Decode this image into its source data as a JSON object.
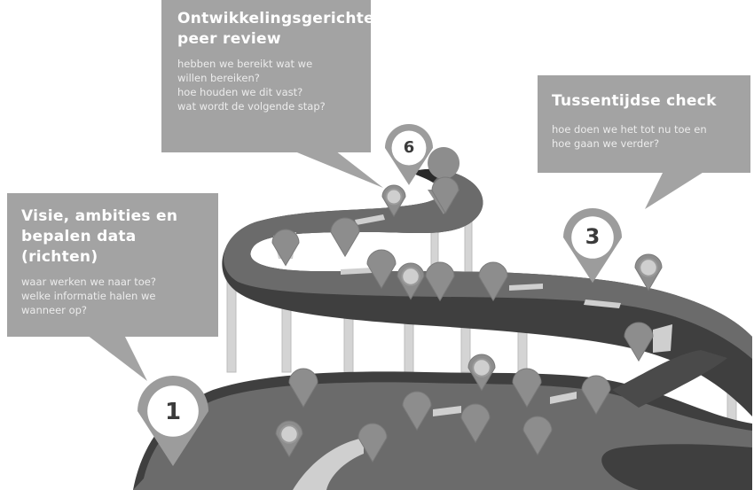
{
  "steps": [
    {
      "number": "1",
      "title": "Visie, ambities en bepalen data (richten)",
      "title_lines": [
        "Visie, ambities en",
        "bepalen data (richten)"
      ],
      "lines": [
        "waar werken we naar toe?",
        "welke informatie halen we",
        "wanneer op?"
      ]
    },
    {
      "number": "3",
      "title": "Tussentijdse check",
      "title_lines": [
        "Tussentijdse check"
      ],
      "lines": [
        "hoe doen we het tot nu toe en",
        "hoe gaan we verder?"
      ]
    },
    {
      "number": "6",
      "title": "Ontwikkelingsgerichte peer review",
      "title_lines": [
        "Ontwikkelingsgerichte",
        "peer review"
      ],
      "lines": [
        "hebben we bereikt wat we",
        "willen bereiken?",
        "hoe houden we dit vast?",
        "wat wordt de volgende stap?"
      ]
    }
  ],
  "colors": {
    "bubble": "#a3a3a3",
    "road_top": "#6b6b6b",
    "road_side": "#3f3f3f",
    "pin": "#8d8d8d",
    "marker_ring": "#9c9c9c",
    "marker_inner": "#ffffff",
    "pillar": "#d0d0d0",
    "stripe": "#cfcfcf"
  }
}
